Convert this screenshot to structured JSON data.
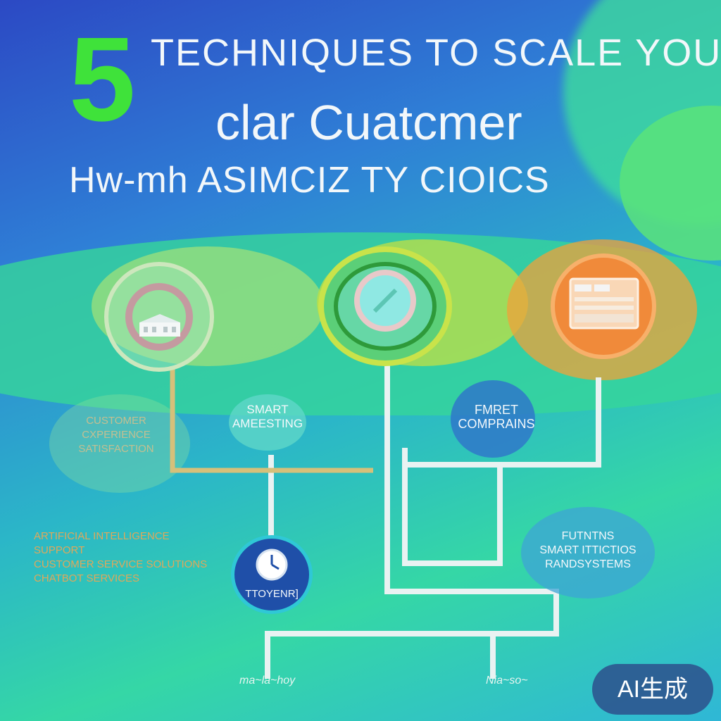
{
  "header": {
    "number": "5",
    "line1": "TECHNIQUES TO SCALE YOUR",
    "line2": "clar Cuatcmer",
    "line3": "Hw-mh ASIMCIZ TY CIOICS"
  },
  "nodes": [
    {
      "icon": "building-icon"
    },
    {
      "icon": "magnifier-icon"
    },
    {
      "icon": "dashboard-icon"
    }
  ],
  "captions": {
    "left_top": "CUSTOMER\nCXPERIENCE\nSATISFACTION",
    "left_mid": "SMART\nAMEESTING",
    "center_right": "FMRET\nCOMPRAINS",
    "left_bottom": "ARTIFICIAL INTELLIGENCE SUPPORT\nCUSTOMER SERVICE SOLUTIONS\nCHATBOT SERVICES",
    "right_bottom": "FUTNTNS\nSMART ITTICTIOS\nRANDSYSTEMS",
    "clock_label": "TTOYENR]"
  },
  "footer": {
    "scribble_left": "ma~la~hoy",
    "scribble_right": "Nia~so~"
  },
  "badge": "AI生成",
  "colors": {
    "accent_green": "#3fe23a",
    "orange": "#f08a3a",
    "yellow_green": "#c8e23a",
    "blue_dark": "#1f4fa8"
  }
}
